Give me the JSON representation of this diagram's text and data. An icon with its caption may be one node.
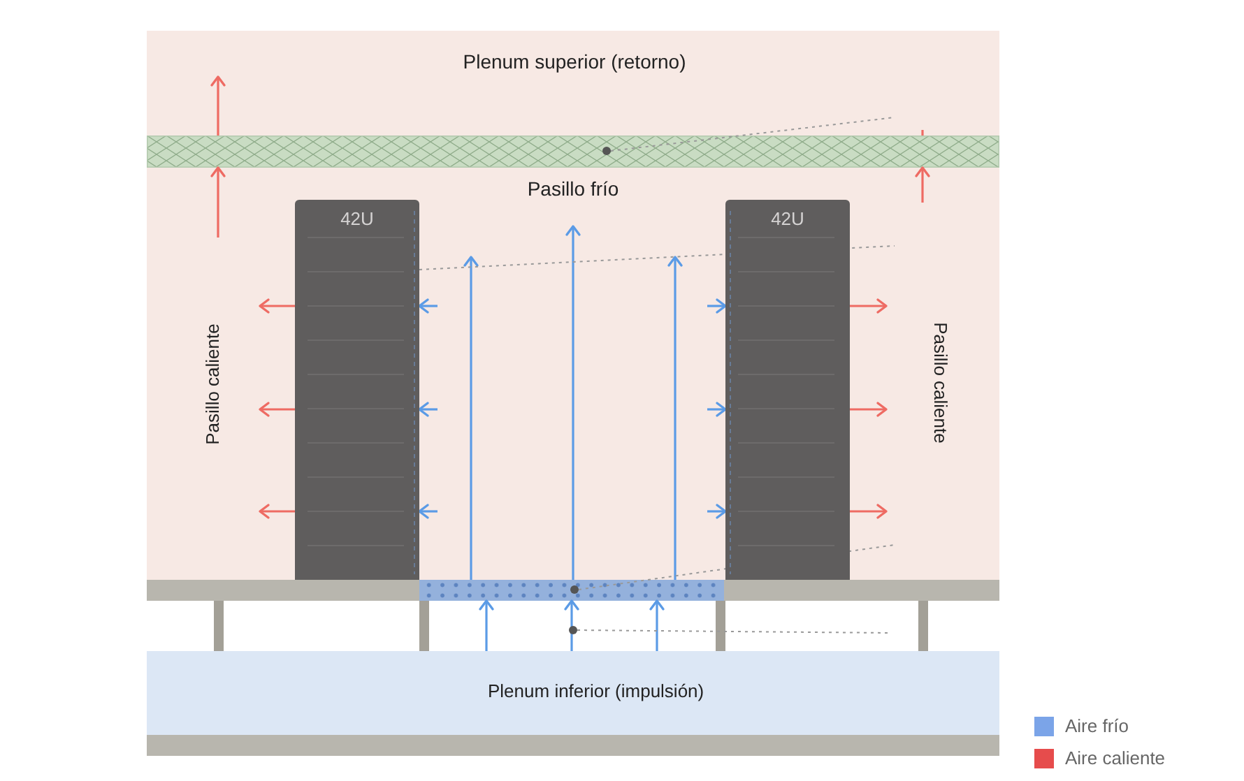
{
  "diagram": {
    "nodes": [
      {
        "text": [],
        "shape": "bar"
      },
      {
        "text": [],
        "shape": "circle",
        "in": 0
      },
      {
        "text": [
          "42U"
        ]
      },
      {
        "text": [
          "42U"
        ]
      },
      {
        "text": [],
        "shape": "bar"
      },
      {
        "text": [],
        "shape": "circle",
        "in": 4
      },
      {
        "text": [],
        "shape": "circle"
      },
      {
        "text": [
          "Plenum inferior (impulsión)"
        ]
      }
    ],
    "edges": [
      {
        "from": 7,
        "to": 4,
        "arrow": "to"
      },
      {
        "from": 7,
        "to": 4,
        "arrow": "to"
      },
      {
        "from": 7,
        "to": 4,
        "arrow": "to"
      },
      {
        "from": 4,
        "to": null,
        "arrow": "to"
      },
      {
        "from": 4,
        "to": null,
        "arrow": "to"
      },
      {
        "from": 4,
        "to": null,
        "arrow": "to"
      },
      {
        "from": null,
        "to": 2,
        "arrow": "to"
      },
      {
        "from": null,
        "to": 2,
        "arrow": "to"
      },
      {
        "from": null,
        "to": 2,
        "arrow": "to"
      },
      {
        "from": null,
        "to": 3,
        "arrow": "to"
      },
      {
        "from": null,
        "to": 3,
        "arrow": "to"
      },
      {
        "from": null,
        "to": 3,
        "arrow": "to"
      },
      {
        "from": 2,
        "to": null,
        "arrow": "to",
        "color": "#ee6b63"
      },
      {
        "from": 2,
        "to": null,
        "arrow": "to",
        "color": "#ee6b63"
      },
      {
        "from": 2,
        "to": null,
        "arrow": "to",
        "color": "#ee6b63"
      },
      {
        "from": 3,
        "to": null,
        "arrow": "to",
        "color": "#ee6b63"
      },
      {
        "from": 3,
        "to": null,
        "arrow": "to",
        "color": "#ee6b63"
      },
      {
        "from": 3,
        "to": null,
        "arrow": "to",
        "color": "#ee6b63"
      },
      {
        "from": null,
        "to": 0,
        "arrow": "to",
        "color": "#ee6b63"
      },
      {
        "from": 0,
        "to": null,
        "arrow": "to",
        "color": "#ee6b63"
      },
      {
        "from": null,
        "to": 0,
        "arrow": "to",
        "color": "#ee6b63"
      },
      {
        "from": 0,
        "to": null,
        "arrow": "none",
        "color": "#ee6b63"
      },
      {
        "from": 1,
        "to": null,
        "arrow": "none",
        "style": "dashed",
        "color": "#999999"
      },
      {
        "from": 2,
        "to": null,
        "arrow": "none",
        "style": "dashed",
        "color": "#999999"
      },
      {
        "from": 5,
        "to": null,
        "arrow": "none",
        "style": "dashed",
        "color": "#999999"
      },
      {
        "from": 6,
        "to": null,
        "arrow": "none",
        "style": "dashed",
        "color": "#999999"
      }
    ],
    "labels": [
      "Plenum superior (retorno)",
      "Pasillo frío",
      "Pasillo caliente",
      "Pasillo caliente"
    ],
    "legend": [
      {
        "text": "Aire frío",
        "color": "#7ba4e8"
      },
      {
        "text": "Aire caliente",
        "color": "#e64c4c"
      }
    ]
  }
}
